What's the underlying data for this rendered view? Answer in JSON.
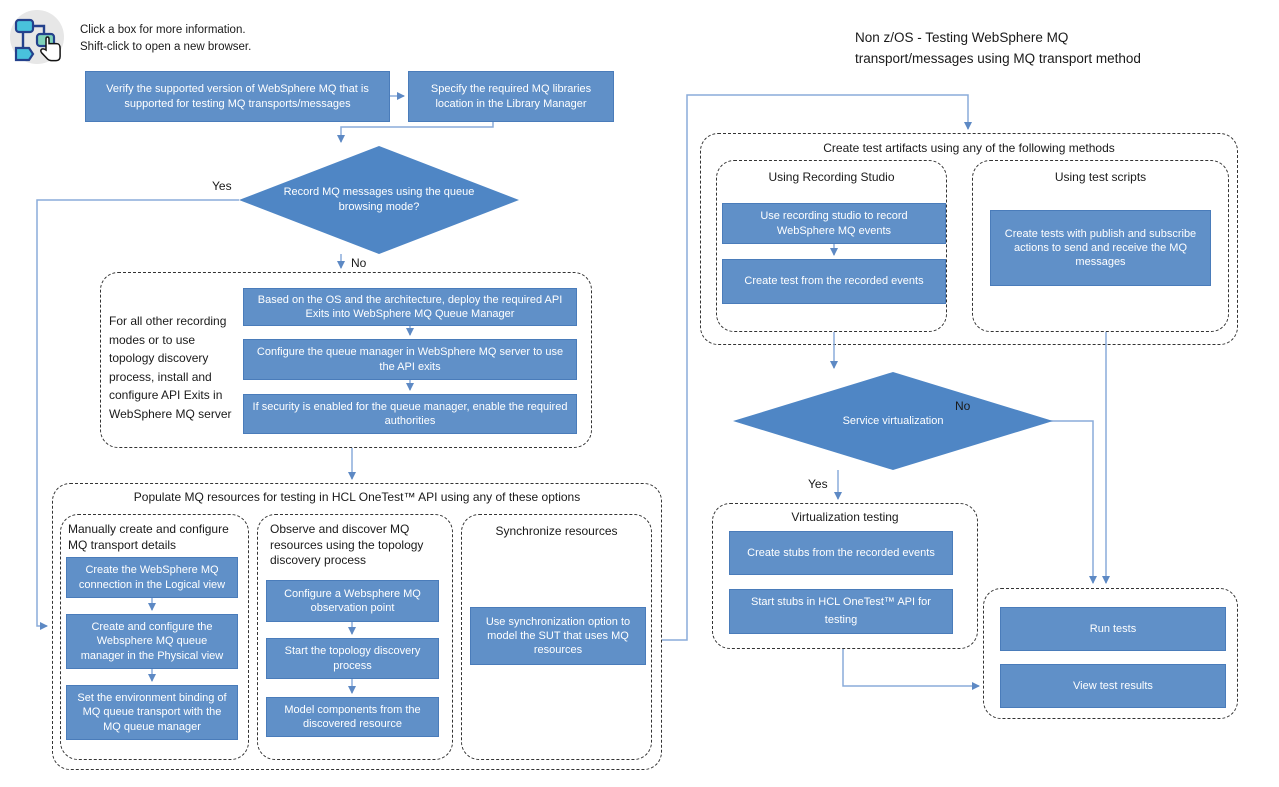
{
  "header": {
    "instructions": [
      "Click a box for more information.",
      "Shift-click to open a new browser."
    ],
    "title": [
      "Non z/OS - Testing WebSphere MQ",
      "transport/messages using MQ transport method"
    ]
  },
  "colors": {
    "box_fill": "#6090c8",
    "box_border": "#4a7cba",
    "diamond_fill": "#4f86c5",
    "connector": "#8aacda",
    "arrowhead": "#5d89c4",
    "dashed_border": "#333333",
    "box_text": "#ffffff"
  },
  "icons": {
    "flowchart_click_icon": "flowchart shapes with hand cursor"
  },
  "nodes": {
    "verify": "Verify the supported version of WebSphere MQ that is supported for testing MQ transports/messages",
    "specify": "Specify the required  MQ libraries location in the Library Manager",
    "deploy_exits": "Based on the OS and the architecture, deploy the required API Exits into WebSphere MQ Queue Manager",
    "configure_qm": "Configure the queue manager in WebSphere MQ server to use the API exits",
    "enable_auth": "If security is enabled for the queue manager, enable the required authorities",
    "create_connection": "Create the WebSphere MQ connection in the Logical view",
    "create_queue_manager": "Create and configure the Websphere MQ queue manager in the Physical view",
    "set_binding": "Set the environment binding of MQ queue transport with the MQ queue manager",
    "configure_observation": "Configure a Websphere MQ observation point",
    "start_topology": "Start the topology discovery process",
    "model_components": "Model components from the discovered resource",
    "use_sync": "Use synchronization option to model the SUT that uses MQ resources",
    "record_studio": "Use recording studio to record WebSphere MQ events",
    "create_test": "Create test from the recorded events",
    "create_pubsub_tests": "Create tests with publish and subscribe actions to send and receive the MQ messages",
    "create_stubs": "Create stubs from the recorded events",
    "start_stubs": "Start stubs in HCL OneTest™ API for testing",
    "run_tests": "Run tests",
    "view_results": "View test results"
  },
  "decisions": {
    "record": {
      "question": "Record MQ messages using the queue browsing mode?",
      "yes_label": "Yes",
      "no_label": "No"
    },
    "virtualization": {
      "question": "Service virtualization",
      "yes_label": "Yes",
      "no_label": "No"
    }
  },
  "containers": {
    "api_exits_note": "For all other recording modes or to use topology discovery process, install and configure API Exits in WebSphere MQ server",
    "populate_title": "Populate MQ resources for testing in HCL OneTest™ API using any of these options",
    "manual_title": "Manually create and configure MQ transport details",
    "observe_title": "Observe and discover MQ resources using the topology discovery process",
    "sync_title": "Synchronize resources",
    "artifacts_title": "Create test artifacts using any of the following methods",
    "recording_studio_title": "Using Recording Studio",
    "test_scripts_title": "Using test scripts",
    "virtualization_title": "Virtualization testing"
  }
}
